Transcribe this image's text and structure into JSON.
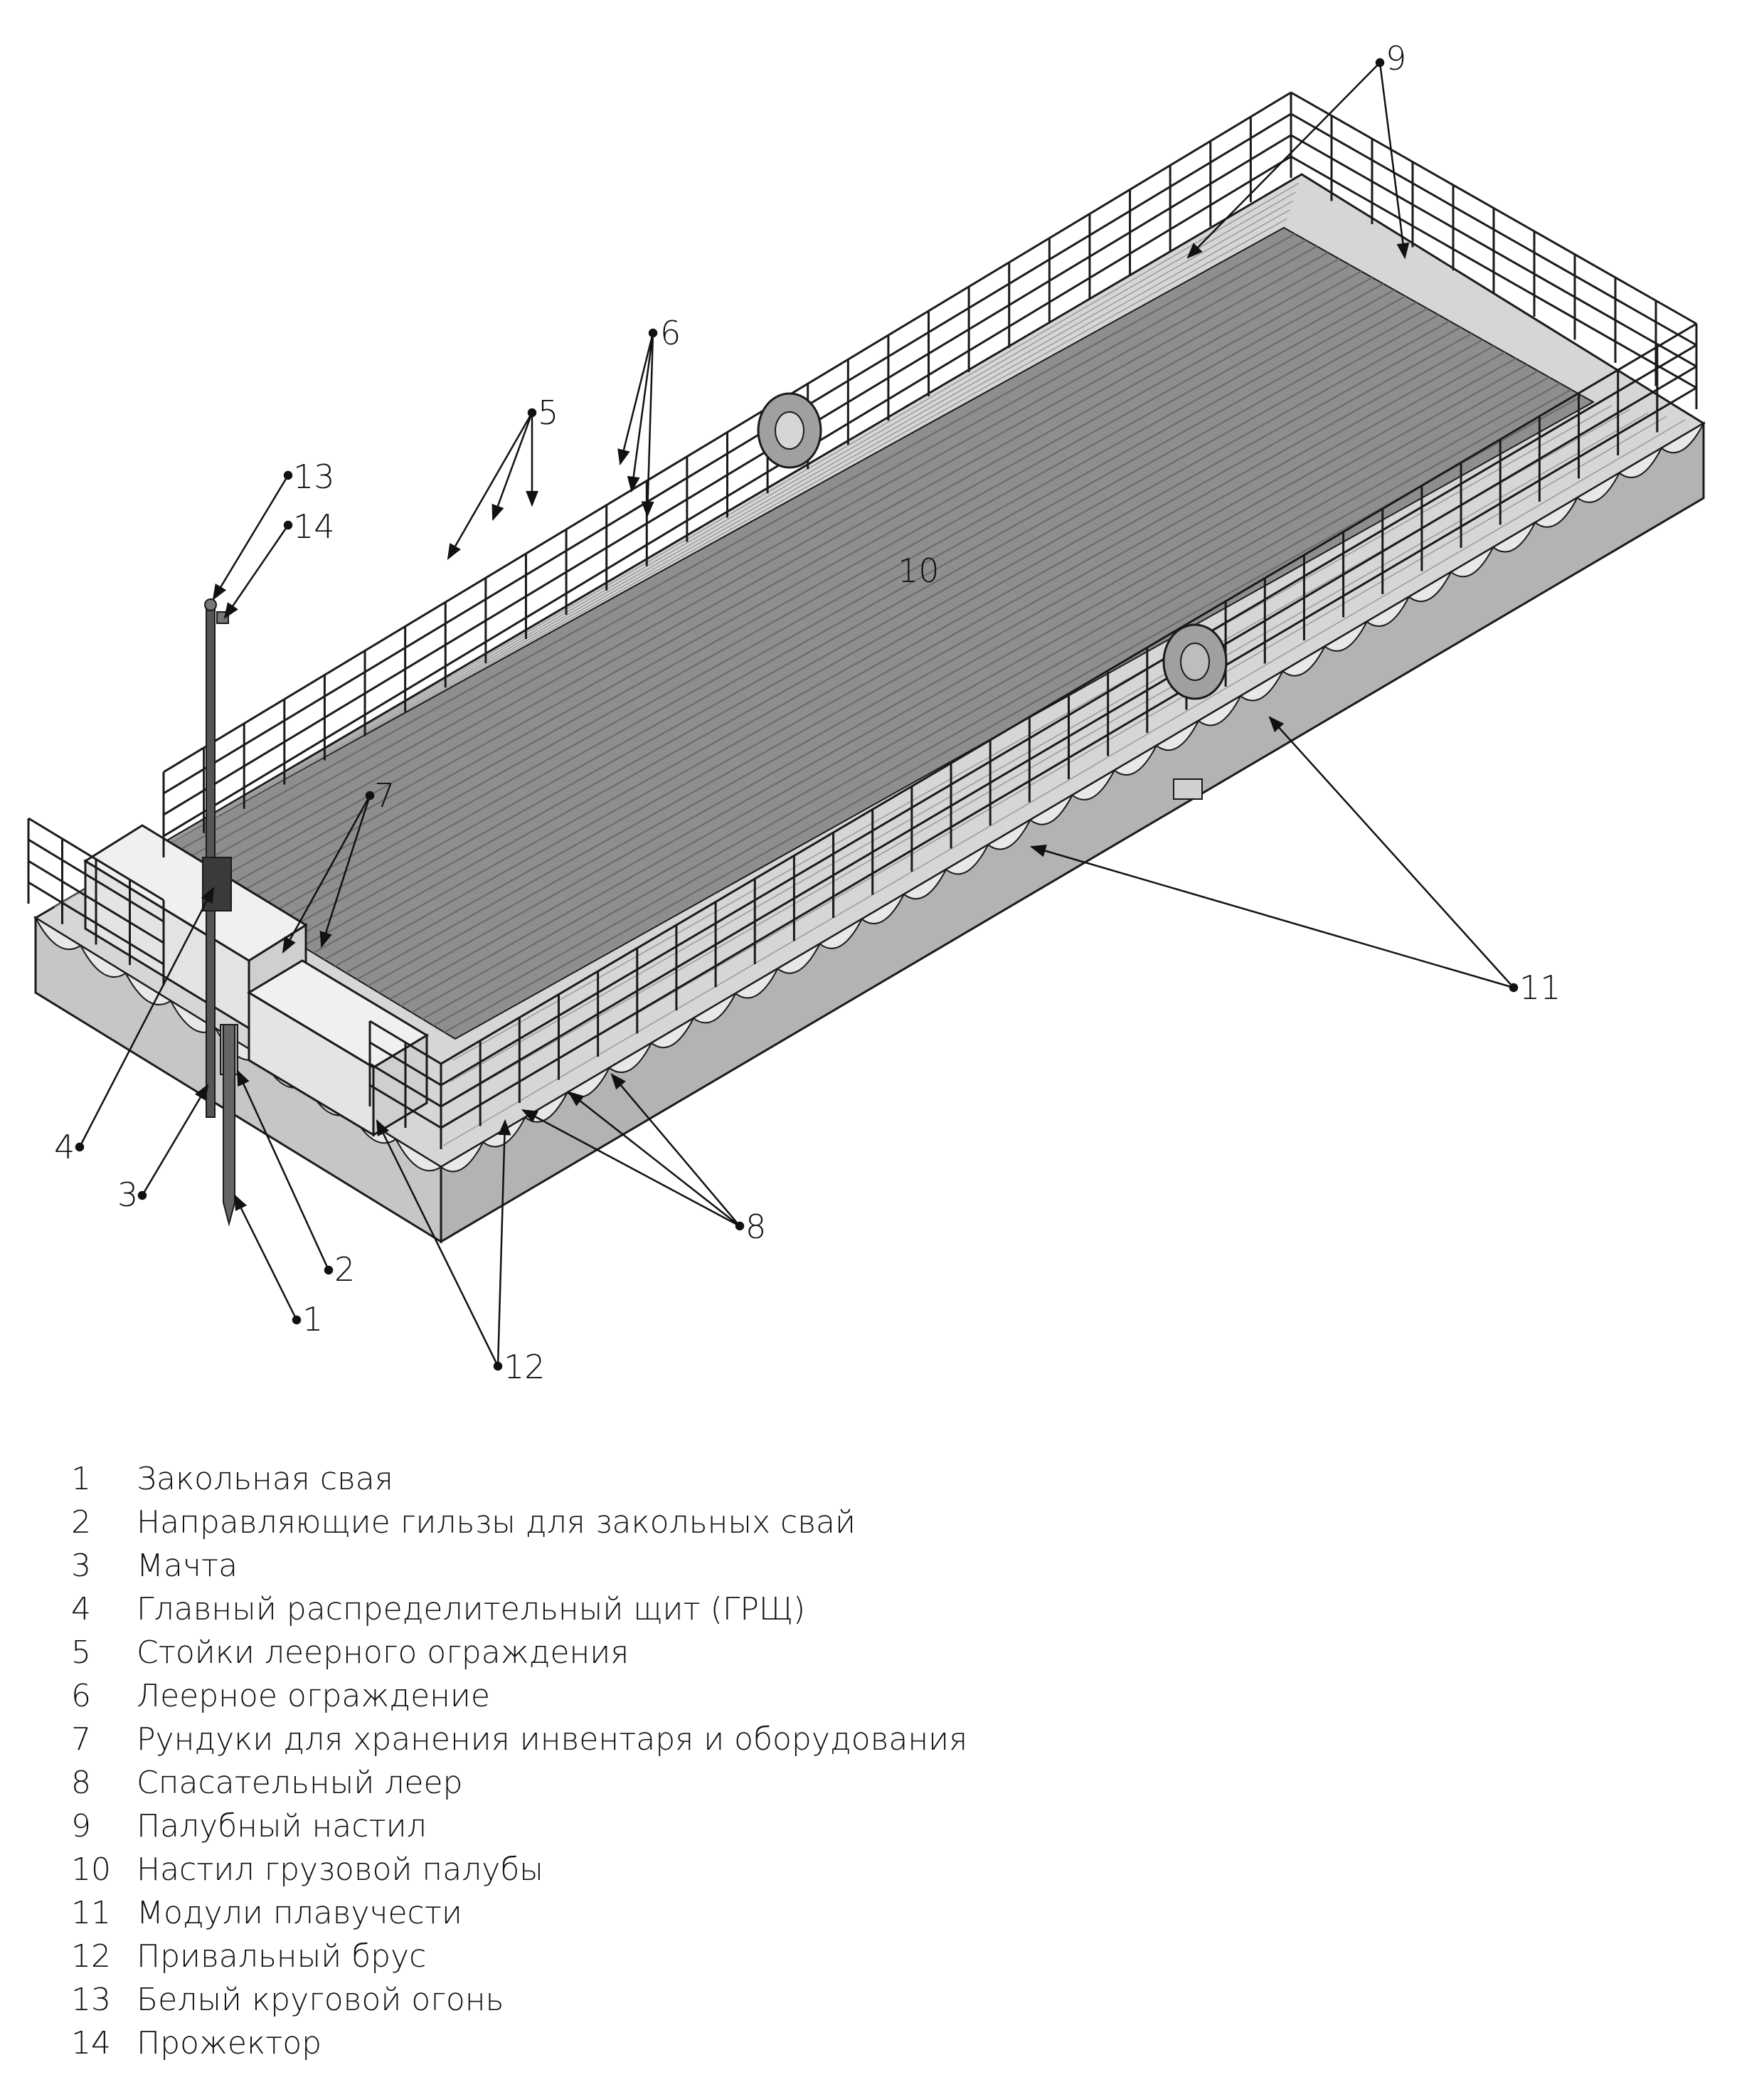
{
  "callouts": [
    {
      "id": "c1",
      "label": "1"
    },
    {
      "id": "c2",
      "label": "2"
    },
    {
      "id": "c3",
      "label": "3"
    },
    {
      "id": "c4",
      "label": "4"
    },
    {
      "id": "c5",
      "label": "5"
    },
    {
      "id": "c6",
      "label": "6"
    },
    {
      "id": "c7",
      "label": "7"
    },
    {
      "id": "c8",
      "label": "8"
    },
    {
      "id": "c9",
      "label": "9"
    },
    {
      "id": "c10",
      "label": "10"
    },
    {
      "id": "c11",
      "label": "11"
    },
    {
      "id": "c12",
      "label": "12"
    },
    {
      "id": "c13",
      "label": "13"
    },
    {
      "id": "c14",
      "label": "14"
    }
  ],
  "legend": [
    {
      "num": "1",
      "text": "Закольная свая"
    },
    {
      "num": "2",
      "text": "Направляющие гильзы для закольных свай"
    },
    {
      "num": "3",
      "text": "Мачта"
    },
    {
      "num": "4",
      "text": "Главный распределительный щит (ГРЩ)"
    },
    {
      "num": "5",
      "text": "Стойки леерного ограждения"
    },
    {
      "num": "6",
      "text": "Леерное ограждение"
    },
    {
      "num": "7",
      "text": "Рундуки для хранения инвентаря и оборудования"
    },
    {
      "num": "8",
      "text": "Спасательный леер"
    },
    {
      "num": "9",
      "text": "Палубный настил"
    },
    {
      "num": "10",
      "text": "Настил грузовой палубы"
    },
    {
      "num": "11",
      "text": "Модули плавучести"
    },
    {
      "num": "12",
      "text": "Привальный брус"
    },
    {
      "num": "13",
      "text": "Белый круговой огонь"
    },
    {
      "num": "14",
      "text": "Прожектор"
    }
  ],
  "colors": {
    "line": "#1a1a1a",
    "hull_front": "#c4c4c4",
    "hull_side": "#b2b2b2",
    "deck_border": "#d4d4d4",
    "cargo_deck": "#8f8f8f",
    "plank_line": "#6e6e6e",
    "locker": "#e2e2e2",
    "panel": "#3a3a3a"
  }
}
